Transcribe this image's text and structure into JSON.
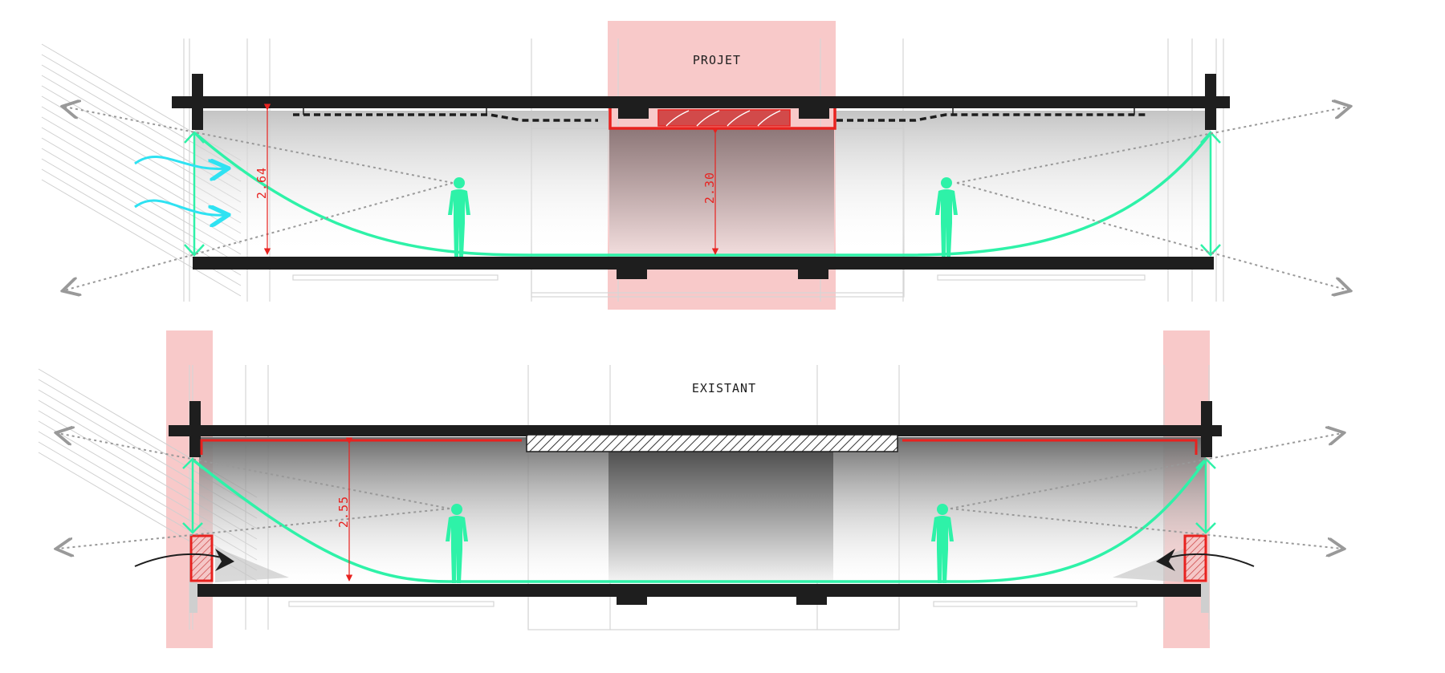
{
  "sections": {
    "projet": {
      "title": "PROJET",
      "dimension_side": "2.64",
      "dimension_center": "2.30"
    },
    "existant": {
      "title": "EXISTANT",
      "dimension_side": "2.55"
    }
  },
  "colors": {
    "highlight": "#f8c9c9",
    "dimension": "#e8221f",
    "light_curve": "#2ef2a8",
    "wind_arrows": "#2fe2f2",
    "structure": "#1e1e1e",
    "sightline": "#999999"
  },
  "icons": [
    "person-figure-icon",
    "wind-arrow-icon",
    "radiator-icon",
    "air-flow-arrow-icon"
  ]
}
